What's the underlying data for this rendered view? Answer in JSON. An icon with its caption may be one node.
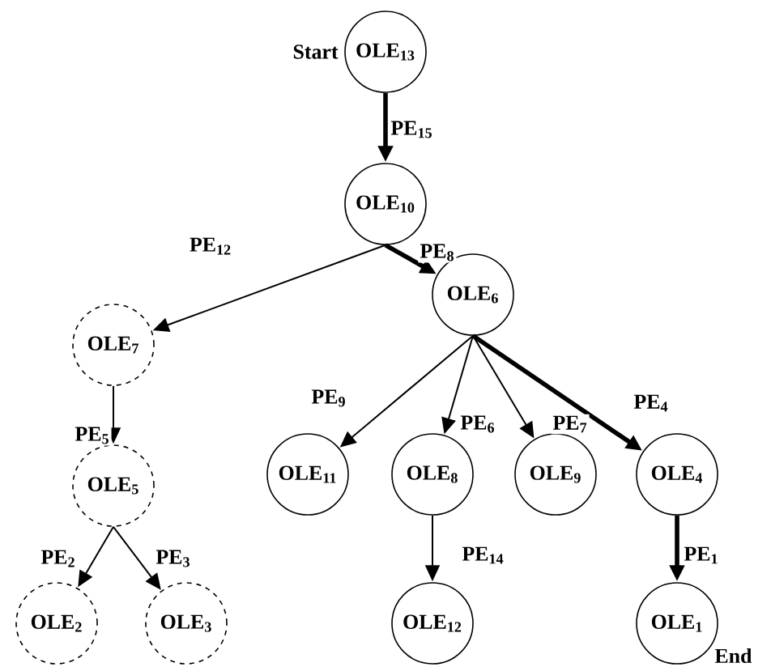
{
  "diagram": {
    "nodes": [
      {
        "text": [
          "OLE$_{13}$"
        ],
        "beside": [
          "Start"
        ]
      },
      {
        "text": [
          "OLE$_{10}$"
        ]
      },
      {
        "text": [
          "OLE$_{7}$"
        ]
      },
      {
        "text": [
          "OLE$_{6}$"
        ]
      },
      {
        "text": [
          "OLE$_{5}$"
        ]
      },
      {
        "text": [
          "OLE$_{11}$"
        ]
      },
      {
        "text": [
          "OLE$_{8}$"
        ]
      },
      {
        "text": [
          "OLE$_{9}$"
        ]
      },
      {
        "text": [
          "OLE$_{4}$"
        ]
      },
      {
        "text": [
          "OLE$_{2}$"
        ]
      },
      {
        "text": [
          "OLE$_{3}$"
        ]
      },
      {
        "text": [
          "OLE$_{12}$"
        ]
      },
      {
        "text": [
          "OLE$_{1}$"
        ],
        "beside": [
          "End"
        ]
      }
    ],
    "edges": [
      {
        "from": 0,
        "to": 1,
        "arrow": "to",
        "label": "PE$_{15}$",
        "style": "thick"
      },
      {
        "from": 1,
        "to": 2,
        "arrow": "to",
        "label": "PE$_{12}$"
      },
      {
        "from": 1,
        "to": 3,
        "arrow": "to",
        "label": "PE$_{8}$",
        "style": "thick"
      },
      {
        "from": 2,
        "to": 4,
        "arrow": "to",
        "label": "PE$_{5}$"
      },
      {
        "from": 3,
        "to": 5,
        "arrow": "to",
        "label": "PE$_{9}$"
      },
      {
        "from": 3,
        "to": 6,
        "arrow": "to",
        "label": "PE$_{6}$"
      },
      {
        "from": 3,
        "to": 7,
        "arrow": "to",
        "label": "PE$_{7}$"
      },
      {
        "from": 3,
        "to": 8,
        "arrow": "to",
        "label": "PE$_{4}$",
        "style": "thick"
      },
      {
        "from": 4,
        "to": 9,
        "arrow": "to",
        "label": "PE$_{2}$"
      },
      {
        "from": 4,
        "to": 10,
        "arrow": "to",
        "label": "PE$_{3}$"
      },
      {
        "from": 6,
        "to": 11,
        "arrow": "to",
        "label": "PE$_{14}$"
      },
      {
        "from": 8,
        "to": 12,
        "arrow": "to",
        "label": "PE$_{1}$",
        "style": "thick"
      }
    ]
  }
}
